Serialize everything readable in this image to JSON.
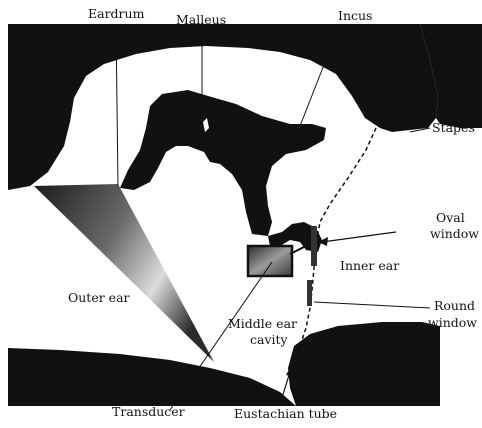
{
  "labels": {
    "eardrum": "Eardrum",
    "malleus": "Malleus",
    "incus": "Incus",
    "stapes": "Stapes",
    "oval_window_line1": "Oval",
    "oval_window_line2": "window",
    "inner_ear": "Inner ear",
    "round_window_line1": "Round",
    "round_window_line2": "window",
    "outer_ear": "Outer ear",
    "middle_ear_line1": "Middle ear",
    "middle_ear_line2": "cavity",
    "transducer": "Transducer",
    "eustachian_tube": "Eustachian tube"
  },
  "colors": {
    "tissue": "#111111",
    "background": "#ffffff",
    "transducer_body": "#8a8a8a"
  }
}
